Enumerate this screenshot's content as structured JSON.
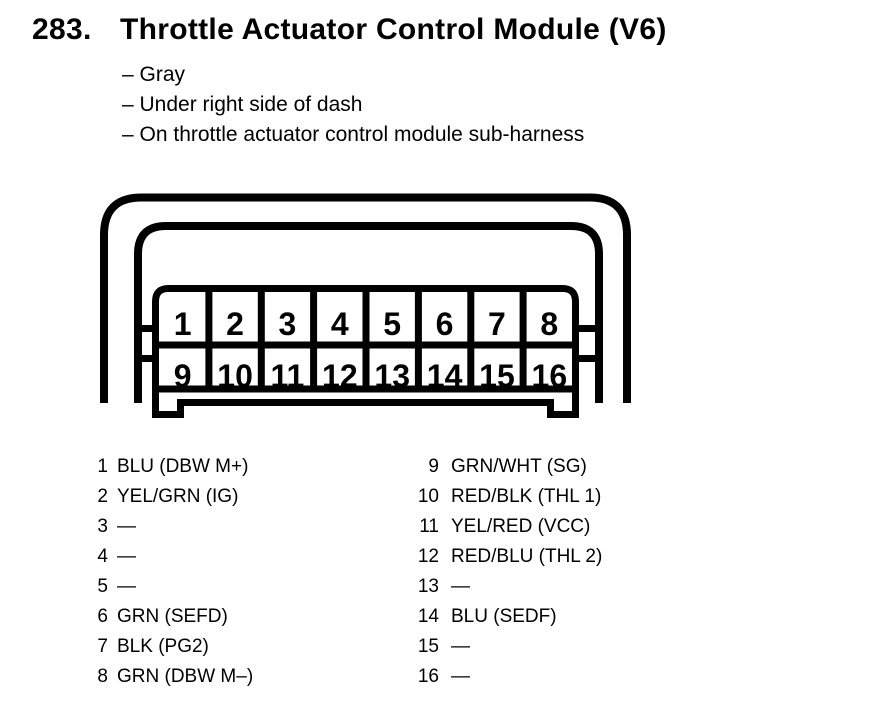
{
  "header": {
    "number": "283.",
    "title": "Throttle Actuator Control Module (V6)",
    "bullets": [
      "– Gray",
      "– Under right side of dash",
      "– On throttle actuator control module sub-harness"
    ]
  },
  "connector": {
    "top_row": [
      "1",
      "2",
      "3",
      "4",
      "5",
      "6",
      "7",
      "8"
    ],
    "bottom_row": [
      "9",
      "10",
      "11",
      "12",
      "13",
      "14",
      "15",
      "16"
    ]
  },
  "pinout": {
    "left": [
      {
        "pin": "1",
        "label": "BLU (DBW M+)"
      },
      {
        "pin": "2",
        "label": "YEL/GRN (IG)"
      },
      {
        "pin": "3",
        "label": "—"
      },
      {
        "pin": "4",
        "label": "—"
      },
      {
        "pin": "5",
        "label": "—"
      },
      {
        "pin": "6",
        "label": "GRN (SEFD)"
      },
      {
        "pin": "7",
        "label": "BLK (PG2)"
      },
      {
        "pin": "8",
        "label": "GRN (DBW M–)"
      }
    ],
    "right": [
      {
        "pin": "9",
        "label": "GRN/WHT (SG)"
      },
      {
        "pin": "10",
        "label": "RED/BLK (THL 1)"
      },
      {
        "pin": "11",
        "label": "YEL/RED (VCC)"
      },
      {
        "pin": "12",
        "label": "RED/BLU (THL 2)"
      },
      {
        "pin": "13",
        "label": "—"
      },
      {
        "pin": "14",
        "label": "BLU (SEDF)"
      },
      {
        "pin": "15",
        "label": "—"
      },
      {
        "pin": "16",
        "label": "—"
      }
    ]
  },
  "colors": {
    "ink": "#000000",
    "paper": "#ffffff"
  }
}
